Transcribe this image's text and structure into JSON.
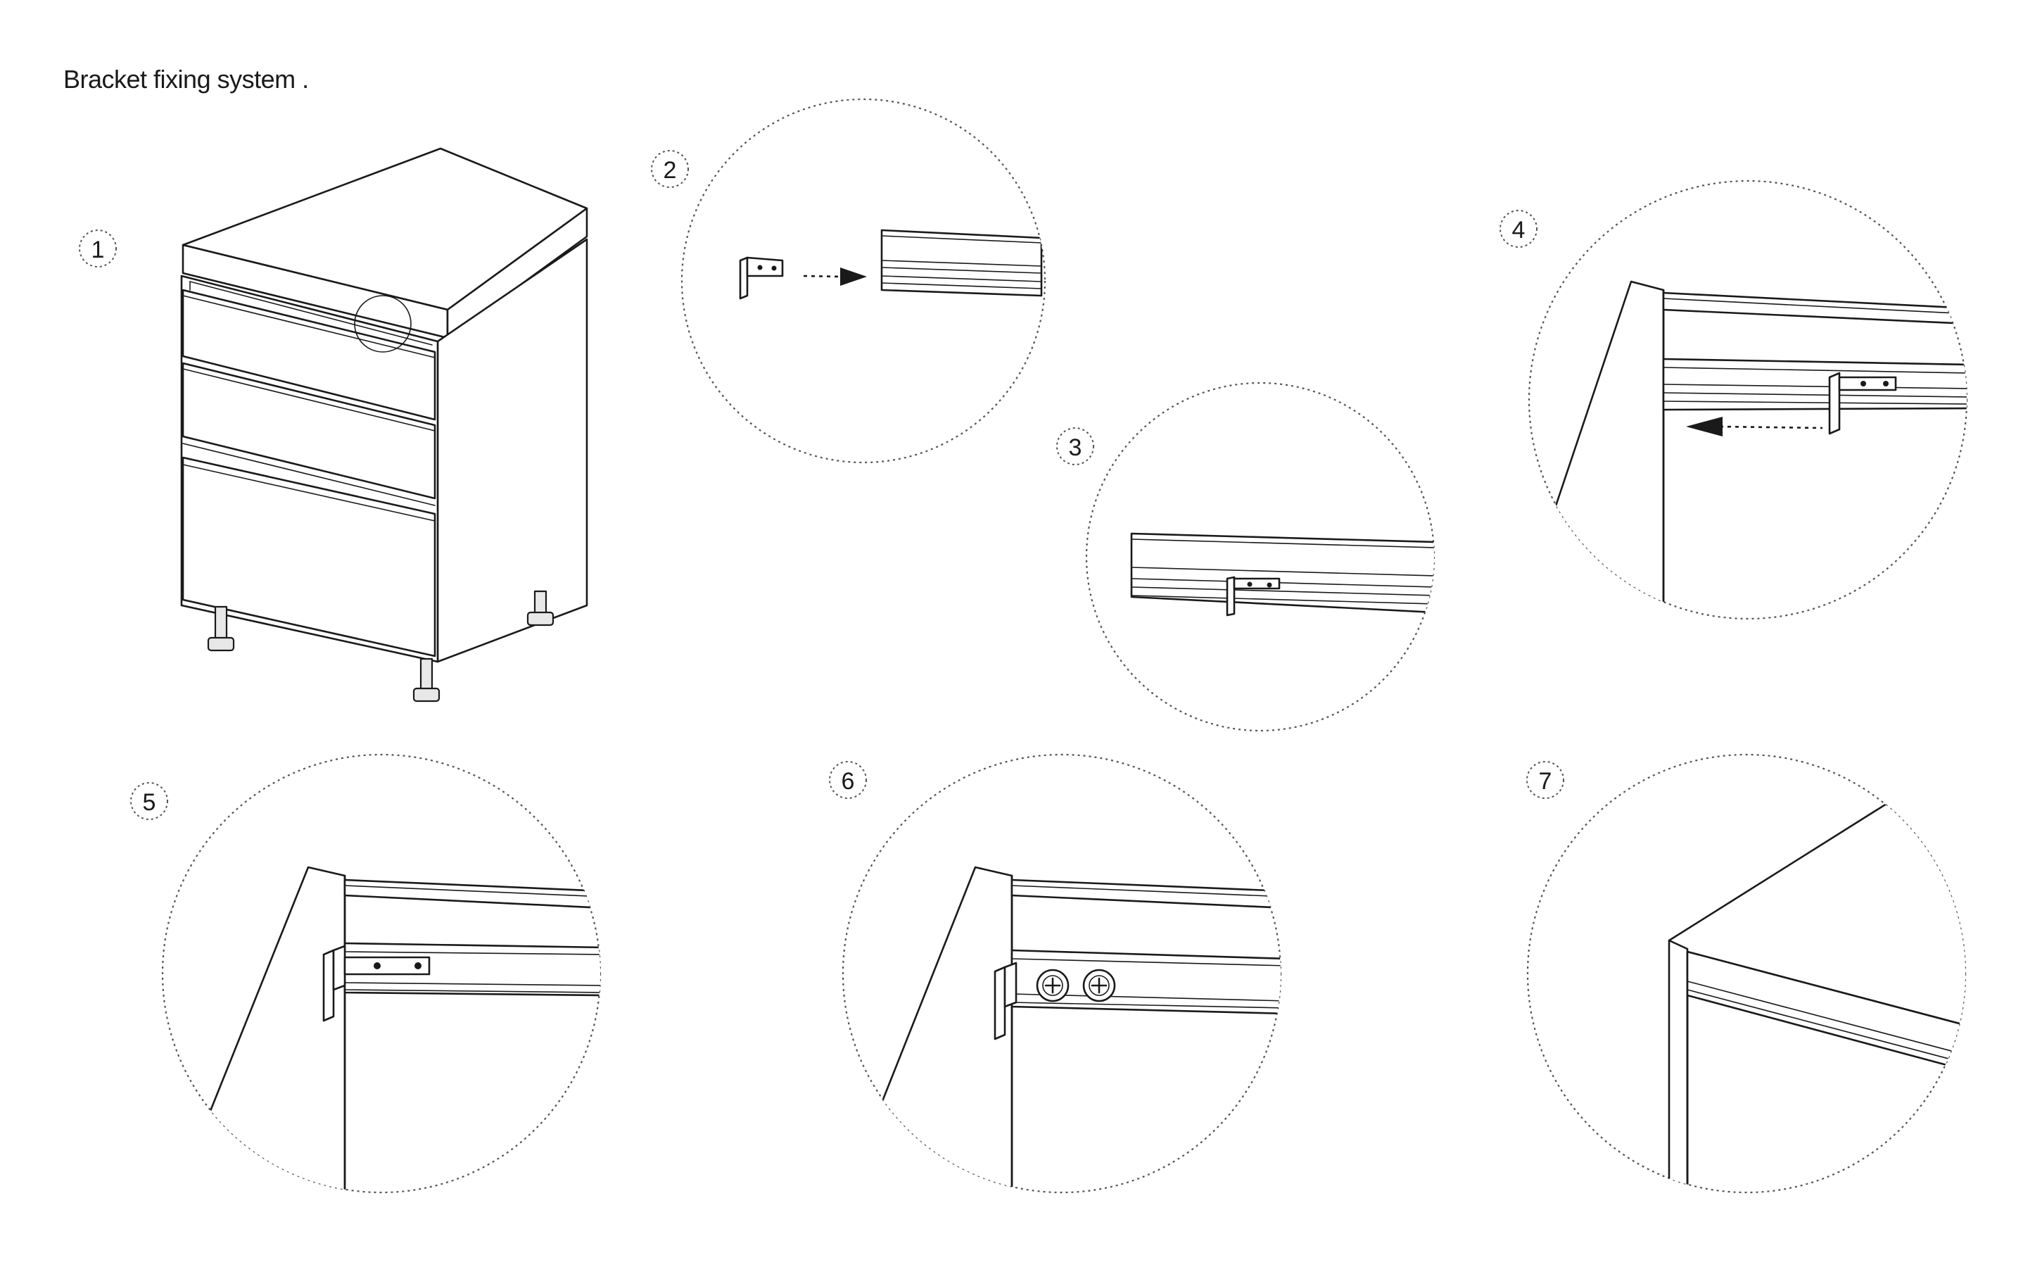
{
  "title": "Bracket fixing system .",
  "steps": [
    {
      "number": "1"
    },
    {
      "number": "2"
    },
    {
      "number": "3"
    },
    {
      "number": "4"
    },
    {
      "number": "5"
    },
    {
      "number": "6"
    },
    {
      "number": "7"
    }
  ]
}
